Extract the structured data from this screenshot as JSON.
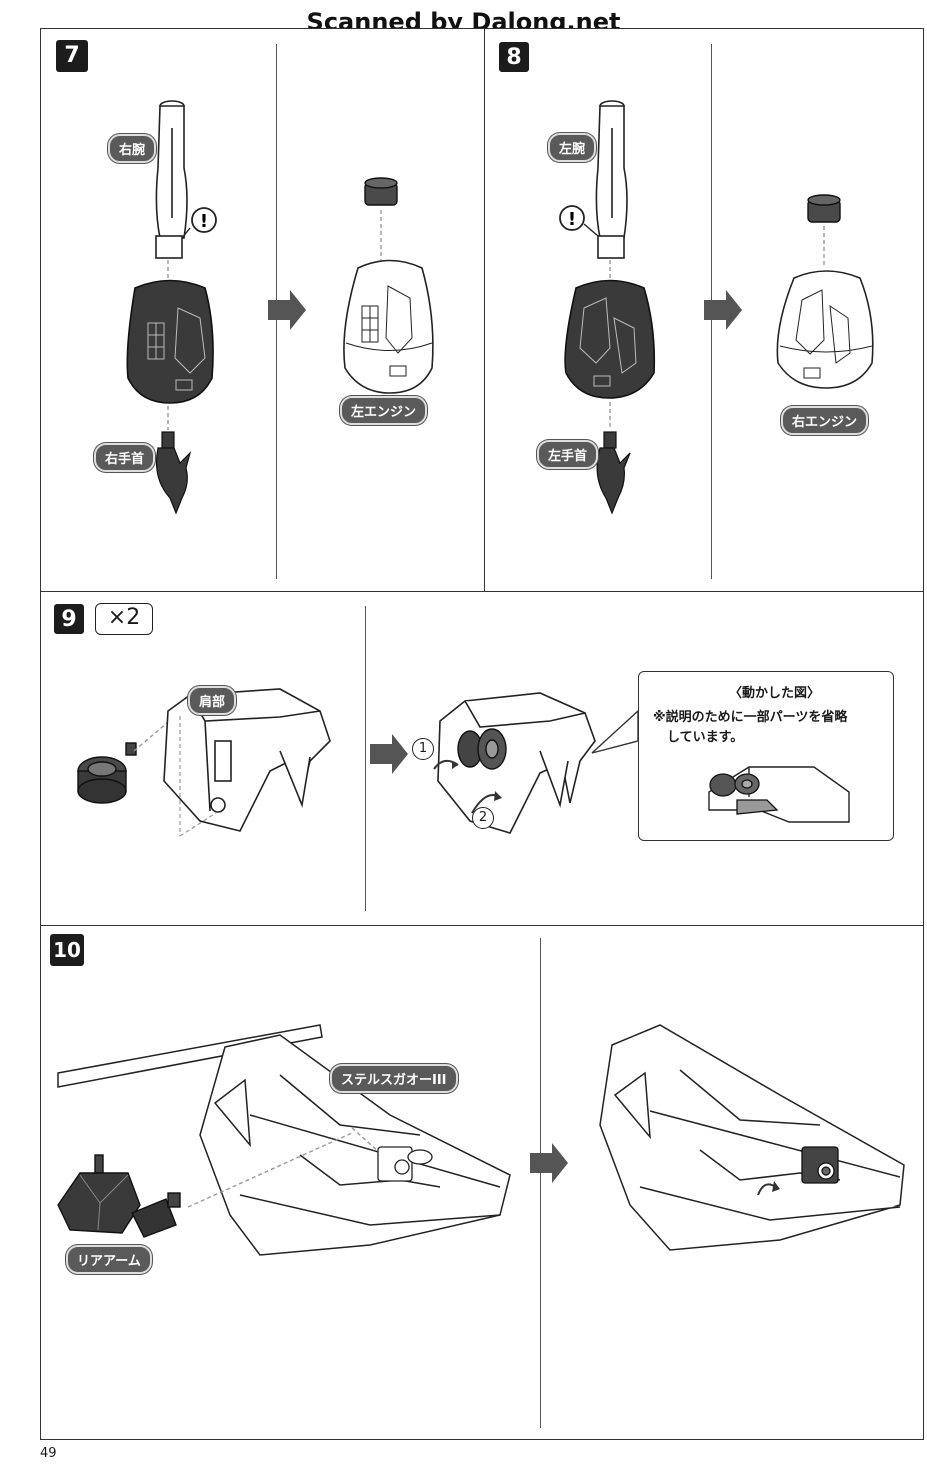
{
  "watermark": "Scanned by Dalong.net",
  "page_number": "49",
  "steps": {
    "step7": {
      "number": "7",
      "labels": {
        "right_arm": "右腕",
        "right_hand": "右手首",
        "left_engine": "左エンジン"
      }
    },
    "step8": {
      "number": "8",
      "labels": {
        "left_arm": "左腕",
        "left_hand": "左手首",
        "right_engine": "右エンジン"
      }
    },
    "step9": {
      "number": "9",
      "quantity": "×2",
      "labels": {
        "shoulder": "肩部"
      },
      "callout": {
        "title": "〈動かした図〉",
        "note_line1": "※説明のために一部パーツを省略",
        "note_line2": "しています。"
      },
      "sequence": [
        "1",
        "2"
      ]
    },
    "step10": {
      "number": "10",
      "labels": {
        "stealth_gaogaigar": "ステルスガオーIII",
        "rear_arm": "リアアーム"
      }
    }
  },
  "icons": [
    "caution-icon",
    "arrow-right-icon"
  ],
  "colors": {
    "ink": "#1a1a1a",
    "dark_part": "#3a3a3a",
    "label_bg": "#5a5a5a"
  }
}
